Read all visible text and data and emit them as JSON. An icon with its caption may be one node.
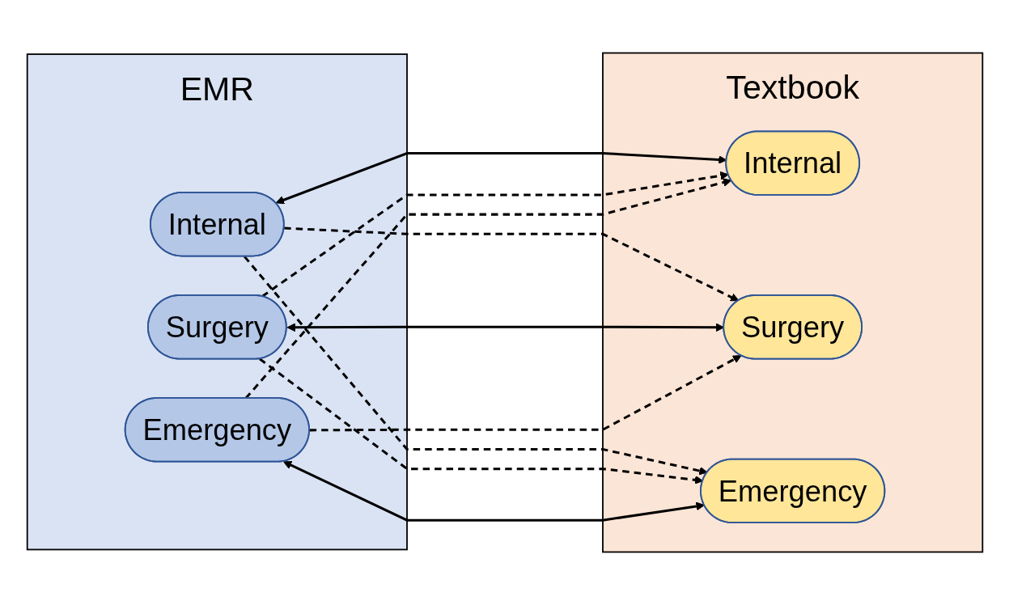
{
  "diagram": {
    "nodes": [
      {
        "text": [
          "EMR"
        ]
      },
      {
        "text": [
          "Internal"
        ],
        "in": 0
      },
      {
        "text": [
          "Surgery"
        ],
        "in": 0
      },
      {
        "text": [
          "Emergency"
        ],
        "in": 0
      },
      {
        "text": [
          "Textbook"
        ]
      },
      {
        "text": [
          "Internal"
        ],
        "in": 4
      },
      {
        "text": [
          "Surgery"
        ],
        "in": 4
      },
      {
        "text": [
          "Emergency"
        ],
        "in": 4
      }
    ],
    "edges": [
      {
        "from": 1,
        "to": 5,
        "arrow": "both"
      },
      {
        "from": 1,
        "to": 6,
        "arrow": "to",
        "style": "dashed"
      },
      {
        "from": 1,
        "to": 7,
        "arrow": "to",
        "style": "dashed"
      },
      {
        "from": 2,
        "to": 5,
        "arrow": "to",
        "style": "dashed"
      },
      {
        "from": 2,
        "to": 6,
        "arrow": "both"
      },
      {
        "from": 2,
        "to": 7,
        "arrow": "to",
        "style": "dashed"
      },
      {
        "from": 3,
        "to": 5,
        "arrow": "to",
        "style": "dashed"
      },
      {
        "from": 3,
        "to": 6,
        "arrow": "to",
        "style": "dashed"
      },
      {
        "from": 3,
        "to": 7,
        "arrow": "both"
      }
    ]
  }
}
